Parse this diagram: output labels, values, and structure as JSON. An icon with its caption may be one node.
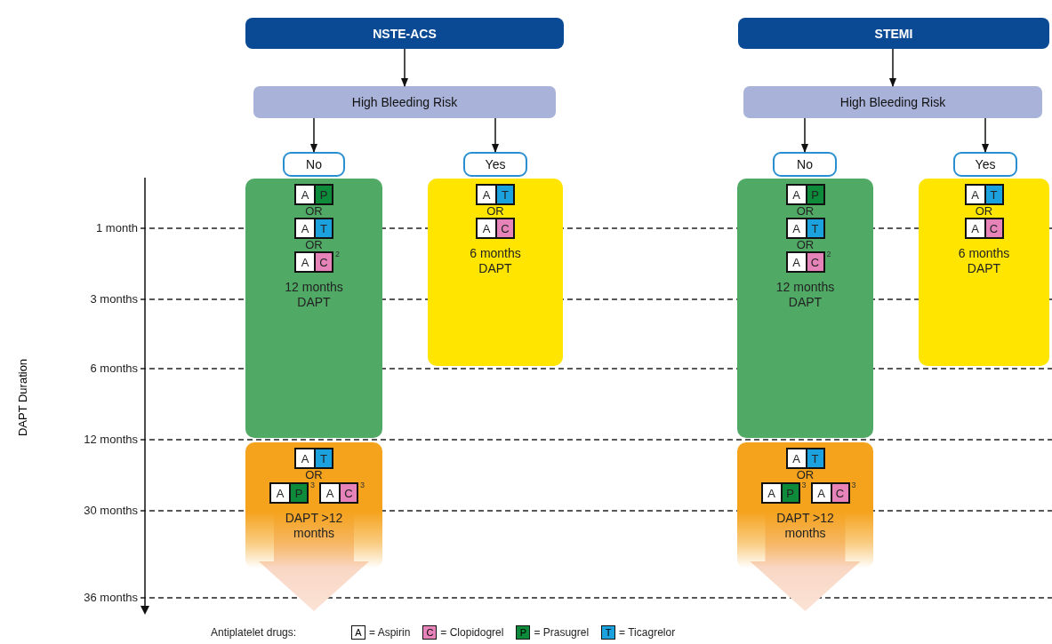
{
  "diagram": {
    "nodes": [
      {
        "text": [
          "NSTE-ACS"
        ]
      },
      {
        "text": [
          "High Bleeding Risk"
        ]
      },
      {
        "text": [
          "No"
        ]
      },
      {
        "text": [
          "Yes"
        ]
      },
      {
        "text": [
          "OR",
          "OR",
          "12 months DAPT"
        ]
      },
      {
        "text": [
          "A",
          "P"
        ],
        "in": 4
      },
      {
        "text": [
          "A",
          "T"
        ],
        "in": 4
      },
      {
        "text": [
          "A",
          "C"
        ],
        "in": 4,
        "beside": [
          "2"
        ]
      },
      {
        "text": [
          "OR",
          "6 months DAPT"
        ]
      },
      {
        "text": [
          "A",
          "T"
        ],
        "in": 8
      },
      {
        "text": [
          "A",
          "C"
        ],
        "in": 8
      },
      {
        "text": [
          "OR",
          "DAPT >12 months"
        ]
      },
      {
        "text": [
          "A",
          "T"
        ],
        "in": 11
      },
      {
        "text": [
          "A",
          "P"
        ],
        "in": 11,
        "beside": [
          "3"
        ]
      },
      {
        "text": [
          "A",
          "C"
        ],
        "in": 11,
        "beside": [
          "3"
        ]
      },
      {
        "text": [
          "STEMI"
        ]
      },
      {
        "text": [
          "High Bleeding Risk"
        ]
      },
      {
        "text": [
          "No"
        ]
      },
      {
        "text": [
          "Yes"
        ]
      },
      {
        "text": [
          "OR",
          "OR",
          "12 months DAPT"
        ]
      },
      {
        "text": [
          "A",
          "P"
        ],
        "in": 19
      },
      {
        "text": [
          "A",
          "T"
        ],
        "in": 19
      },
      {
        "text": [
          "A",
          "C"
        ],
        "in": 19,
        "beside": [
          "2"
        ]
      },
      {
        "text": [
          "OR",
          "6 months DAPT"
        ]
      },
      {
        "text": [
          "A",
          "T"
        ],
        "in": 23
      },
      {
        "text": [
          "A",
          "C"
        ],
        "in": 23
      },
      {
        "text": [
          "OR",
          "DAPT >12 months"
        ]
      },
      {
        "text": [
          "A",
          "T"
        ],
        "in": 26
      },
      {
        "text": [
          "A",
          "P"
        ],
        "in": 26,
        "beside": [
          "3"
        ]
      },
      {
        "text": [
          "A",
          "C"
        ],
        "in": 26,
        "beside": [
          "3"
        ]
      }
    ],
    "edges": [
      {
        "from": 0,
        "to": 1,
        "arrow": "to"
      },
      {
        "from": 1,
        "to": 2,
        "arrow": "to"
      },
      {
        "from": 1,
        "to": 3,
        "arrow": "to"
      },
      {
        "from": 15,
        "to": 16,
        "arrow": "to"
      },
      {
        "from": 16,
        "to": 17,
        "arrow": "to"
      },
      {
        "from": 16,
        "to": 18,
        "arrow": "to"
      }
    ],
    "labels": [
      "DAPT Duration",
      "1 month",
      "3 months",
      "6 months",
      "12 months",
      "30 months",
      "36 months",
      "Antiplatelet drugs:",
      "A",
      "C",
      "P",
      "T"
    ],
    "legend": [
      {
        "text": "= Aspirin",
        "color": "#ffffff"
      },
      {
        "text": "= Clopidogrel",
        "color": "#e683b8"
      },
      {
        "text": "= Prasugrel",
        "color": "#0d8a3a"
      },
      {
        "text": "= Ticagrelor",
        "color": "#1ba1dd"
      }
    ]
  }
}
